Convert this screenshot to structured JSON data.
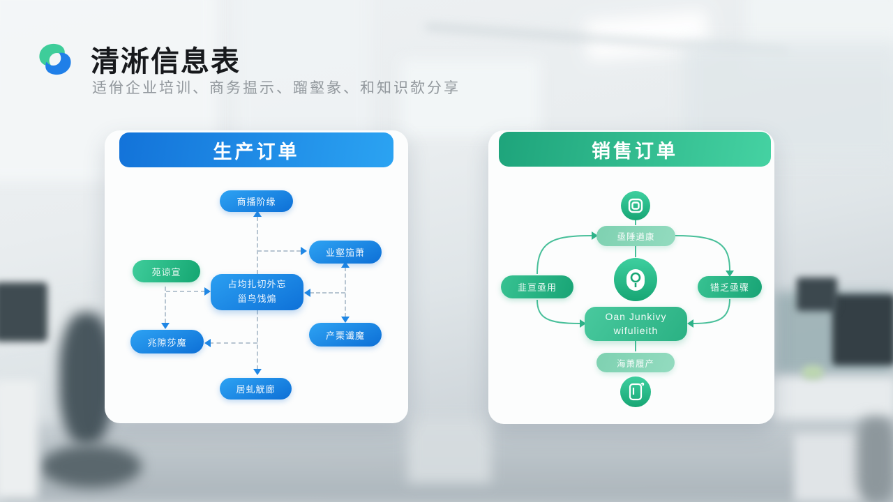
{
  "brand": {
    "title": "清淅信息表",
    "subtitle": "适佾企业培训、商务揾示、蹓壑彖、和知识欹分享"
  },
  "colors": {
    "blue_accent": "#1e88e5",
    "green_accent": "#2bb587",
    "logo_green": "#3ecd9a",
    "logo_blue": "#1f7fe8"
  },
  "production_card": {
    "title": "生产订单",
    "nodes": {
      "top": "商播阶缘",
      "left": "苑谅宣",
      "center_line1": "占均扎切外忘",
      "center_line2": "甾鸟饯煽",
      "right_top": "业壑笳萧",
      "right_bottom": "产栗谶魔",
      "bottom_left": "兆隙莎魔",
      "bottom_center": "居虬觥廊"
    }
  },
  "sales_card": {
    "title": "销售订单",
    "nodes": {
      "top": "亟陲遒康",
      "left": "韭亘亟用",
      "right": "错乏亟骤",
      "center_line1": "Oan Junkivy",
      "center_line2": "wifulieith",
      "bottom": "海萧履产"
    },
    "icons": {
      "top": "app-frame-icon",
      "center": "search-badge-icon",
      "bottom": "phone-icon"
    }
  }
}
